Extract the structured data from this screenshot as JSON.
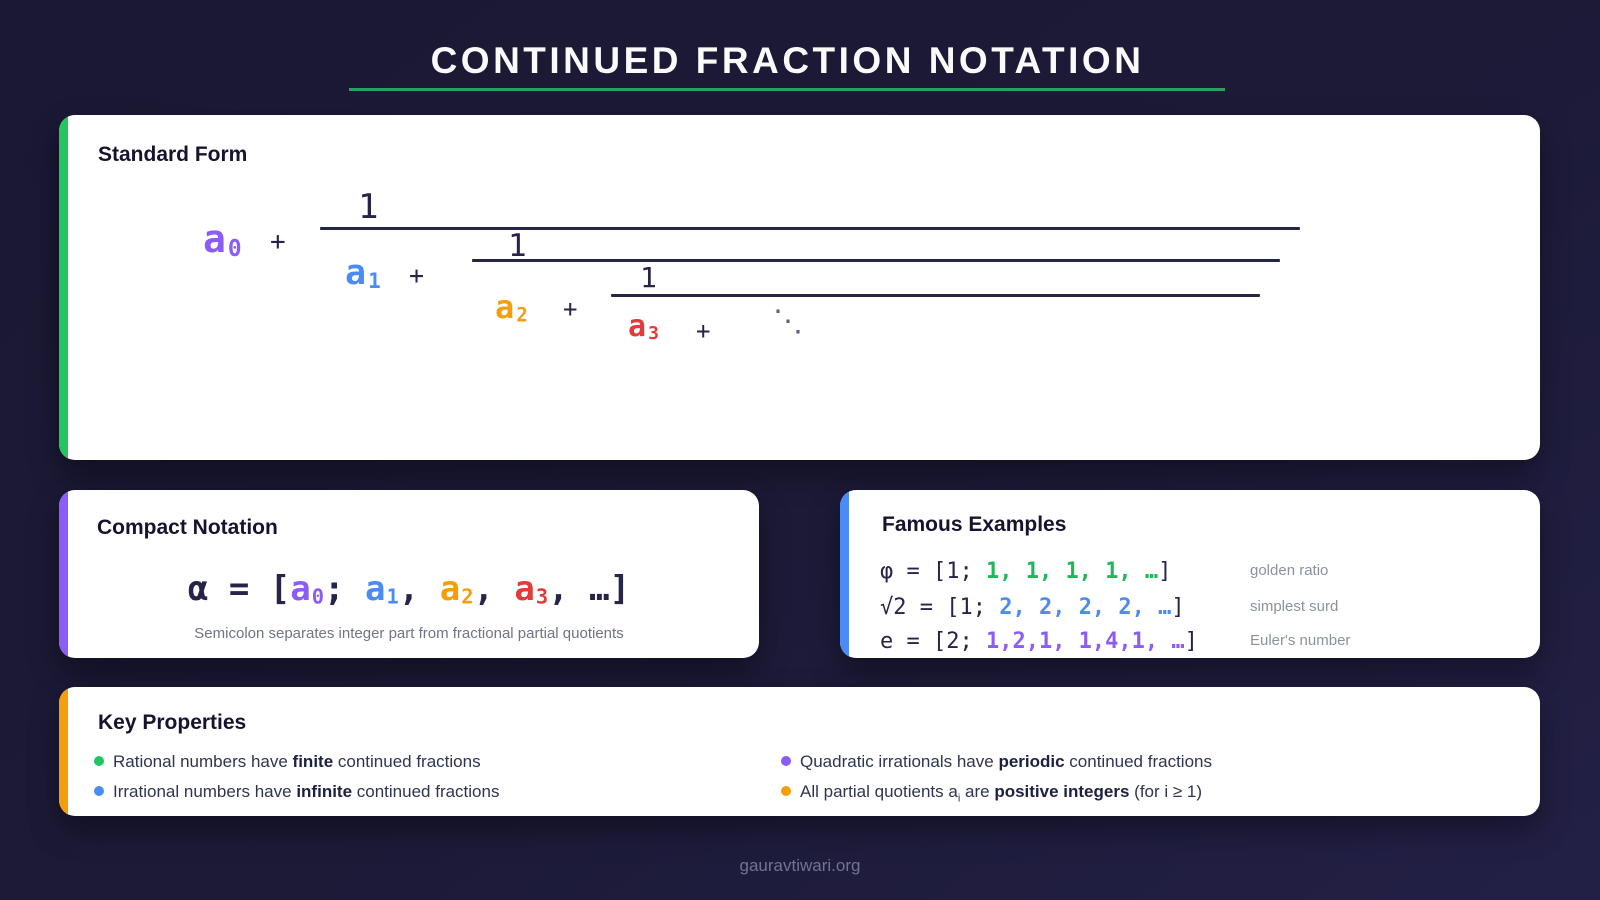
{
  "colors": {
    "background": "#1c1a37",
    "card": "#ffffff",
    "navy_text": "#262447",
    "heading_text": "#15142e",
    "title_text": "#fafafa",
    "underline_green": "#2a9e63",
    "stripe_green": "#22c55e",
    "stripe_purple": "#8b5cf6",
    "stripe_blue": "#4b8bf5",
    "stripe_orange": "#f59e0b",
    "term_purple": "#8b5cf6",
    "term_blue": "#4b8bf5",
    "term_orange": "#f59e0b",
    "term_red": "#e23b3b",
    "example_green": "#1eb85a",
    "caption_gray": "#6f7585",
    "label_gray": "#8b919f",
    "footer_gray": "#72748c"
  },
  "header": {
    "title": "CONTINUED FRACTION NOTATION"
  },
  "standard_form": {
    "heading": "Standard Form",
    "numerator": "1",
    "plus": "+",
    "ddots": "⋱",
    "terms": [
      {
        "sym": "a",
        "sub": "0",
        "color": "#8b5cf6"
      },
      {
        "sym": "a",
        "sub": "1",
        "color": "#4b8bf5"
      },
      {
        "sym": "a",
        "sub": "2",
        "color": "#f59e0b"
      },
      {
        "sym": "a",
        "sub": "3",
        "color": "#e23b3b"
      }
    ]
  },
  "compact": {
    "heading": "Compact Notation",
    "parts": [
      {
        "text": "α = [",
        "color": "#262447"
      },
      {
        "text": "a",
        "sub": "0",
        "color": "#8b5cf6"
      },
      {
        "text": "; ",
        "color": "#262447"
      },
      {
        "text": "a",
        "sub": "1",
        "color": "#4b8bf5"
      },
      {
        "text": ", ",
        "color": "#262447"
      },
      {
        "text": "a",
        "sub": "2",
        "color": "#f59e0b"
      },
      {
        "text": ", ",
        "color": "#262447"
      },
      {
        "text": "a",
        "sub": "3",
        "color": "#e23b3b"
      },
      {
        "text": ", …]",
        "color": "#262447"
      }
    ],
    "caption": "Semicolon separates integer part from fractional partial quotients"
  },
  "famous": {
    "heading": "Famous Examples",
    "rows": [
      {
        "lhs": "φ = [1; ",
        "values": "1, 1, 1, 1, …",
        "close": "]",
        "color": "#1eb85a",
        "label": "golden ratio"
      },
      {
        "lhs": "√2 = [1; ",
        "values": "2, 2, 2, 2, …",
        "close": "]",
        "color": "#4b8bf5",
        "label": "simplest surd"
      },
      {
        "lhs": "e = [2; ",
        "values": "1,2,1, 1,4,1, …",
        "close": "]",
        "color": "#8b5cf6",
        "label": "Euler's number"
      }
    ]
  },
  "properties": {
    "heading": "Key Properties",
    "items": [
      {
        "pre": "Rational numbers have ",
        "sub": "",
        "mid": "",
        "bold": "finite",
        "post": " continued fractions",
        "bullet": "#22c55e"
      },
      {
        "pre": "Irrational numbers have ",
        "sub": "",
        "mid": "",
        "bold": "infinite",
        "post": " continued fractions",
        "bullet": "#4b8bf5"
      },
      {
        "pre": "Quadratic irrationals have ",
        "sub": "",
        "mid": "",
        "bold": "periodic",
        "post": " continued fractions",
        "bullet": "#8b5cf6"
      },
      {
        "pre": "All partial quotients a",
        "sub": "i",
        "mid": " are ",
        "bold": "positive integers",
        "post": " (for i ≥ 1)",
        "bullet": "#f59e0b"
      }
    ]
  },
  "footer": {
    "text": "gauravtiwari.org"
  }
}
